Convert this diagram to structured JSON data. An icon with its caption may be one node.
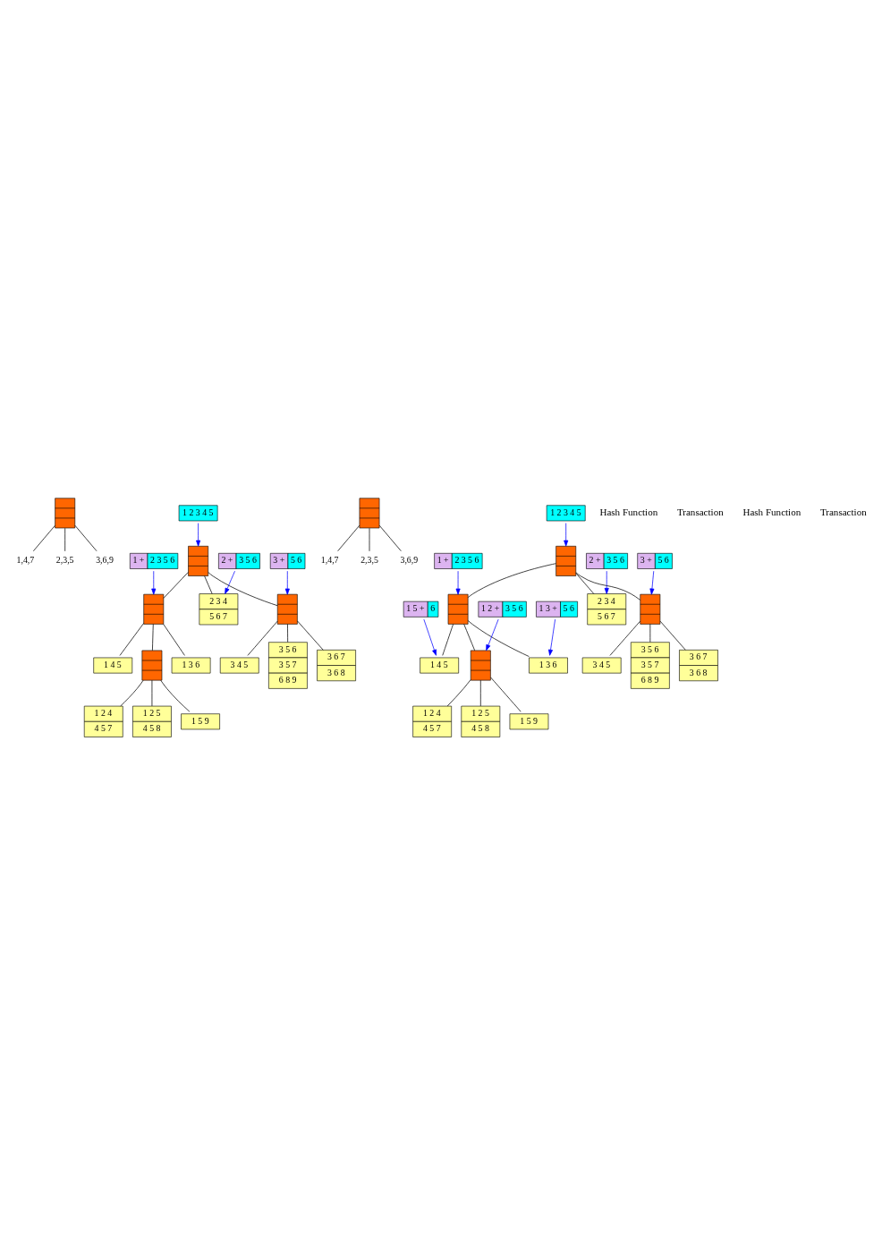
{
  "diagram": {
    "nodes": [
      {
        "text": [],
        "shape": "box"
      },
      {
        "text": [
          "1,4,7"
        ]
      },
      {
        "text": [
          "2,3,5"
        ]
      },
      {
        "text": [
          "3,6,9"
        ]
      },
      {
        "text": [
          "1 2 3 4 5"
        ]
      },
      {
        "text": [],
        "shape": "box"
      },
      {
        "text": [
          "2 +",
          "3 5 6"
        ]
      },
      {
        "text": [
          "1 +",
          "2 3 5 6"
        ]
      },
      {
        "text": [
          "3 +",
          "5 6"
        ]
      },
      {
        "text": [],
        "shape": "box"
      },
      {
        "text": [
          "2 3 4",
          "5 6 7"
        ]
      },
      {
        "text": [],
        "shape": "box"
      },
      {
        "text": [
          "1 4 5"
        ]
      },
      {
        "text": [],
        "shape": "box"
      },
      {
        "text": [
          "1 3 6"
        ]
      },
      {
        "text": [
          "3 4 5"
        ]
      },
      {
        "text": [
          "3 5 6",
          "3 5 7",
          "6 8 9"
        ]
      },
      {
        "text": [
          "3 6 7",
          "3 6 8"
        ]
      },
      {
        "text": [
          "1 2 4",
          "4 5 7"
        ]
      },
      {
        "text": [
          "1 2 5",
          "4 5 8"
        ]
      },
      {
        "text": [
          "1 5 9"
        ]
      },
      {
        "text": [],
        "shape": "box"
      },
      {
        "text": [
          "1,4,7"
        ]
      },
      {
        "text": [
          "2,3,5"
        ]
      },
      {
        "text": [
          "3,6,9"
        ]
      },
      {
        "text": [
          "1 2 3 4 5"
        ]
      },
      {
        "text": [],
        "shape": "box"
      },
      {
        "text": [
          "2 +",
          "3 5 6"
        ]
      },
      {
        "text": [
          "1 +",
          "2 3 5 6"
        ]
      },
      {
        "text": [
          "3 +",
          "5 6"
        ]
      },
      {
        "text": [],
        "shape": "box"
      },
      {
        "text": [
          "2 3 4",
          "5 6 7"
        ]
      },
      {
        "text": [],
        "shape": "box"
      },
      {
        "text": [
          "1 2 +",
          "3 5 6"
        ]
      },
      {
        "text": [
          "1 3 +",
          "5 6"
        ]
      },
      {
        "text": [
          "1 5 +",
          "6"
        ]
      },
      {
        "text": [
          "1 4 5"
        ]
      },
      {
        "text": [],
        "shape": "box"
      },
      {
        "text": [
          "1 3 6"
        ]
      },
      {
        "text": [
          "3 4 5"
        ]
      },
      {
        "text": [
          "3 5 6",
          "3 5 7",
          "6 8 9"
        ]
      },
      {
        "text": [
          "3 6 7",
          "3 6 8"
        ]
      },
      {
        "text": [
          "1 2 4",
          "4 5 7"
        ]
      },
      {
        "text": [
          "1 2 5",
          "4 5 8"
        ]
      },
      {
        "text": [
          "1 5 9"
        ]
      }
    ],
    "edges": [
      {
        "from": 0,
        "to": 1,
        "arrow": "none"
      },
      {
        "from": 0,
        "to": 2,
        "arrow": "none"
      },
      {
        "from": 0,
        "to": 3,
        "arrow": "none"
      },
      {
        "from": 4,
        "to": 5,
        "arrow": "to",
        "color": "#0000ff"
      },
      {
        "from": 6,
        "to": 10,
        "arrow": "to",
        "color": "#0000ff"
      },
      {
        "from": 7,
        "to": 9,
        "arrow": "to",
        "color": "#0000ff"
      },
      {
        "from": 8,
        "to": 11,
        "arrow": "to",
        "color": "#0000ff"
      },
      {
        "from": 5,
        "to": 9,
        "arrow": "none"
      },
      {
        "from": 5,
        "to": 10,
        "arrow": "none"
      },
      {
        "from": 5,
        "to": 11,
        "arrow": "none"
      },
      {
        "from": 9,
        "to": 12,
        "arrow": "none"
      },
      {
        "from": 9,
        "to": 13,
        "arrow": "none"
      },
      {
        "from": 9,
        "to": 14,
        "arrow": "none"
      },
      {
        "from": 11,
        "to": 15,
        "arrow": "none"
      },
      {
        "from": 11,
        "to": 16,
        "arrow": "none"
      },
      {
        "from": 11,
        "to": 17,
        "arrow": "none"
      },
      {
        "from": 13,
        "to": 18,
        "arrow": "none"
      },
      {
        "from": 13,
        "to": 19,
        "arrow": "none"
      },
      {
        "from": 13,
        "to": 20,
        "arrow": "none"
      },
      {
        "from": 21,
        "to": 22,
        "arrow": "none"
      },
      {
        "from": 21,
        "to": 23,
        "arrow": "none"
      },
      {
        "from": 21,
        "to": 24,
        "arrow": "none"
      },
      {
        "from": 25,
        "to": 26,
        "arrow": "to",
        "color": "#0000ff"
      },
      {
        "from": 27,
        "to": 31,
        "arrow": "to",
        "color": "#0000ff"
      },
      {
        "from": 28,
        "to": 30,
        "arrow": "to",
        "color": "#0000ff"
      },
      {
        "from": 29,
        "to": 32,
        "arrow": "to",
        "color": "#0000ff"
      },
      {
        "from": 26,
        "to": 30,
        "arrow": "none"
      },
      {
        "from": 26,
        "to": 31,
        "arrow": "none"
      },
      {
        "from": 26,
        "to": 32,
        "arrow": "none"
      },
      {
        "from": 33,
        "to": 37,
        "arrow": "to",
        "color": "#0000ff"
      },
      {
        "from": 34,
        "to": 38,
        "arrow": "to",
        "color": "#0000ff"
      },
      {
        "from": 35,
        "to": 36,
        "arrow": "to",
        "color": "#0000ff"
      },
      {
        "from": 30,
        "to": 36,
        "arrow": "none"
      },
      {
        "from": 30,
        "to": 37,
        "arrow": "none"
      },
      {
        "from": 30,
        "to": 38,
        "arrow": "none"
      },
      {
        "from": 32,
        "to": 39,
        "arrow": "none"
      },
      {
        "from": 32,
        "to": 40,
        "arrow": "none"
      },
      {
        "from": 32,
        "to": 41,
        "arrow": "none"
      },
      {
        "from": 37,
        "to": 42,
        "arrow": "none"
      },
      {
        "from": 37,
        "to": 43,
        "arrow": "none"
      },
      {
        "from": 37,
        "to": 44,
        "arrow": "none"
      }
    ],
    "labels": [
      "Hash Function",
      "Transaction",
      "Hash Function",
      "Transaction"
    ]
  }
}
